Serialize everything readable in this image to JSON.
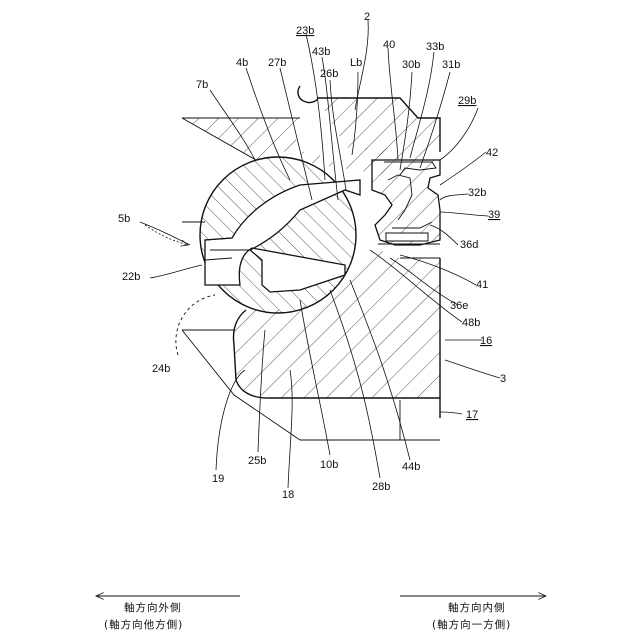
{
  "labels": {
    "l_23b": "23b",
    "l_2": "2",
    "l_43b": "43b",
    "l_40": "40",
    "l_33b": "33b",
    "l_4b": "4b",
    "l_27b": "27b",
    "l_lb": "Lb",
    "l_30b": "30b",
    "l_31b": "31b",
    "l_26b": "26b",
    "l_7b": "7b",
    "l_29b": "29b",
    "l_42": "42",
    "l_32b": "32b",
    "l_39": "39",
    "l_5b": "5b",
    "l_36d": "36d",
    "l_22b": "22b",
    "l_41": "41",
    "l_36e": "36e",
    "l_48b": "48b",
    "l_16": "16",
    "l_24b": "24b",
    "l_3": "3",
    "l_17": "17",
    "l_19": "19",
    "l_25b": "25b",
    "l_10b": "10b",
    "l_44b": "44b",
    "l_28b": "28b",
    "l_18": "18"
  },
  "directions": {
    "outer_line1": "軸方向外側",
    "outer_line2": "(軸方向他方側)",
    "inner_line1": "軸方向内側",
    "inner_line2": "(軸方向一方側)"
  }
}
